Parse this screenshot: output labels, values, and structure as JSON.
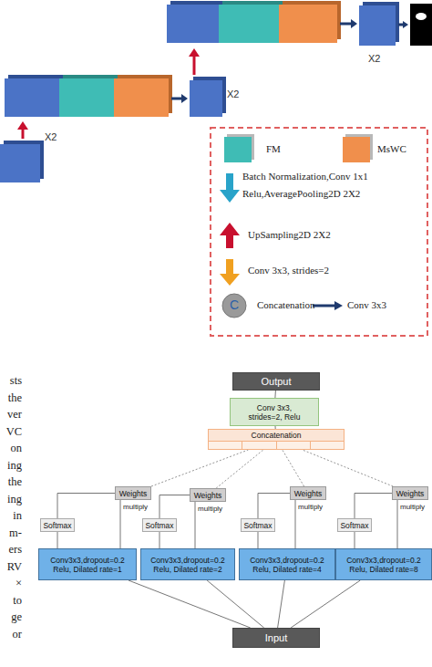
{
  "diagram": {
    "nodes": [
      {
        "text": [
          "Output"
        ]
      },
      {
        "text": [
          "Conv 3x3, strides=2, Relu"
        ]
      },
      {
        "text": [
          "Concatenation"
        ]
      },
      {
        "text": [
          "Weights"
        ]
      },
      {
        "text": [
          "Softmax"
        ]
      },
      {
        "text": [
          "Conv3x3,dropout=0.2 Relu, Dilated rate=1"
        ]
      },
      {
        "text": [
          "Weights"
        ]
      },
      {
        "text": [
          "Softmax"
        ]
      },
      {
        "text": [
          "Conv3x3,dropout=0.2 Relu, Dilated rate=2"
        ]
      },
      {
        "text": [
          "Weights"
        ]
      },
      {
        "text": [
          "Softmax"
        ]
      },
      {
        "text": [
          "Conv3x3,dropout=0.2 Relu, Dilated rate=4"
        ]
      },
      {
        "text": [
          "Weights"
        ]
      },
      {
        "text": [
          "Softmax"
        ]
      },
      {
        "text": [
          "Conv3x3,dropout=0.2 Relu, Dilated rate=8"
        ]
      },
      {
        "text": [
          "Input"
        ]
      }
    ],
    "edges": [
      {
        "from": 2,
        "to": 1,
        "arrow": "none"
      },
      {
        "from": 1,
        "to": 0,
        "arrow": "none"
      },
      {
        "from": 15,
        "to": 5,
        "arrow": "none"
      },
      {
        "from": 5,
        "to": 4,
        "arrow": "none"
      },
      {
        "from": 4,
        "to": 3,
        "arrow": "none"
      },
      {
        "from": 5,
        "to": 3,
        "label": "multiply",
        "arrow": "none"
      },
      {
        "from": 3,
        "to": 2,
        "arrow": "none"
      },
      {
        "from": 15,
        "to": 8,
        "arrow": "none"
      },
      {
        "from": 8,
        "to": 7,
        "arrow": "none"
      },
      {
        "from": 7,
        "to": 6,
        "arrow": "none"
      },
      {
        "from": 8,
        "to": 6,
        "label": "multiply",
        "arrow": "none"
      },
      {
        "from": 6,
        "to": 2,
        "arrow": "none"
      },
      {
        "from": 15,
        "to": 11,
        "arrow": "none"
      },
      {
        "from": 11,
        "to": 10,
        "arrow": "none"
      },
      {
        "from": 10,
        "to": 9,
        "arrow": "none"
      },
      {
        "from": 11,
        "to": 9,
        "label": "multiply",
        "arrow": "none"
      },
      {
        "from": 9,
        "to": 2,
        "arrow": "none"
      },
      {
        "from": 15,
        "to": 14,
        "arrow": "none"
      },
      {
        "from": 14,
        "to": 13,
        "arrow": "none"
      },
      {
        "from": 13,
        "to": 12,
        "arrow": "none"
      },
      {
        "from": 14,
        "to": 12,
        "label": "multiply",
        "arrow": "none"
      },
      {
        "from": 12,
        "to": 2,
        "arrow": "none"
      }
    ],
    "labels": [
      "X2",
      "X2",
      "X2",
      "C",
      "sts",
      "the",
      "ver",
      "VC",
      "on",
      "ing",
      "the",
      "ing",
      "in",
      "m-",
      "ers",
      "RV",
      "×",
      "to",
      "ge",
      "or"
    ],
    "legend": [
      {
        "text": "FM",
        "color": "#3fbcb5"
      },
      {
        "text": "MsWC",
        "color": "#f08f4c"
      },
      {
        "text": "Batch Normalization,Conv 1x1 Relu,AveragePooling2D 2X2"
      },
      {
        "text": "UpSampling2D 2X2"
      },
      {
        "text": "Conv 3x3, strides=2"
      },
      {
        "text": "Concatenation"
      },
      {
        "text": "Conv 3x3"
      }
    ]
  }
}
